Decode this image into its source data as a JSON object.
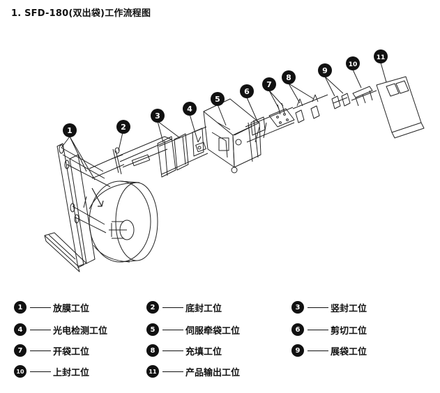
{
  "title": "1. SFD-180(双出袋)工作流程图",
  "stations": [
    {
      "num": "1",
      "label": "放膜工位"
    },
    {
      "num": "2",
      "label": "底封工位"
    },
    {
      "num": "3",
      "label": "竖封工位"
    },
    {
      "num": "4",
      "label": "光电检测工位"
    },
    {
      "num": "5",
      "label": "伺服牵袋工位"
    },
    {
      "num": "6",
      "label": "剪切工位"
    },
    {
      "num": "7",
      "label": "开袋工位"
    },
    {
      "num": "8",
      "label": "充填工位"
    },
    {
      "num": "9",
      "label": "展袋工位"
    },
    {
      "num": "10",
      "label": "上封工位"
    },
    {
      "num": "11",
      "label": "产品输出工位"
    }
  ]
}
